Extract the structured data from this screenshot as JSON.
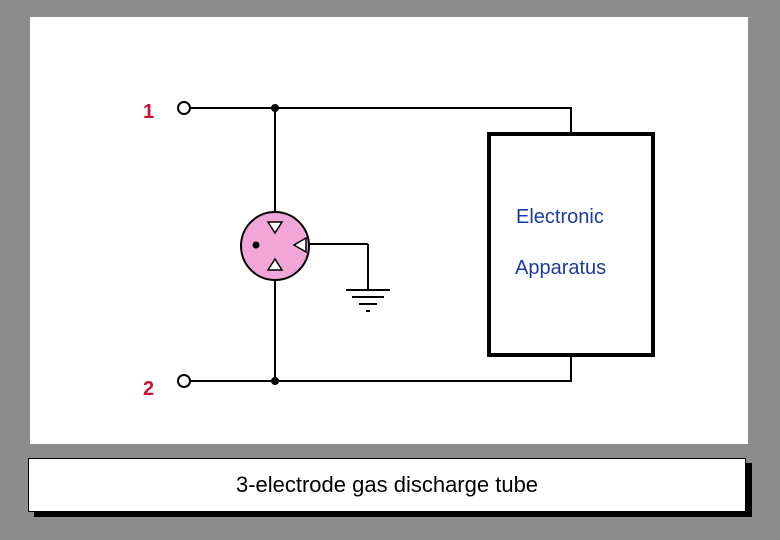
{
  "diagram": {
    "terminal_1": "1",
    "terminal_2": "2",
    "apparatus_line_1": "Electronic",
    "apparatus_line_2": "Apparatus",
    "caption": "3-electrode gas discharge tube"
  },
  "colors": {
    "terminal_label": "#cc1133",
    "apparatus_label": "#1a3c9e",
    "tube_fill": "#f2a6d8",
    "wire": "#000000",
    "background": "#8c8c8c"
  },
  "icons": {
    "gas_discharge_tube": "gas-discharge-tube-icon",
    "ground": "ground-icon"
  }
}
